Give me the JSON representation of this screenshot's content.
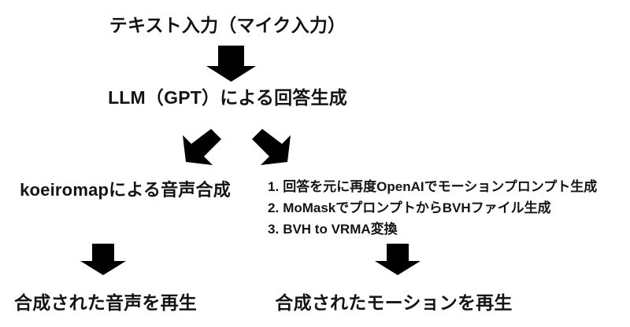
{
  "diagram": {
    "title_text": "テキスト入力（マイク入力）",
    "background_color": "#ffffff",
    "ink_color": "#141414",
    "arrow_color": "#000000",
    "nodes": {
      "input": "テキスト入力（マイク入力）",
      "llm": "LLM（GPT）による回答生成",
      "tts": "koeiromapによる音声合成",
      "audio_output": "合成された音声を再生",
      "motion_output": "合成されたモーションを再生"
    },
    "motion_steps": [
      {
        "num": "1.",
        "text": "回答を元に再度OpenAIでモーションプロンプト生成"
      },
      {
        "num": "2.",
        "text": "MoMaskでプロンプトからBVHファイル生成"
      },
      {
        "num": "3.",
        "text": "BVH to VRMA変換"
      }
    ],
    "arrows": [
      {
        "name": "arrow-input-to-llm",
        "direction": "down"
      },
      {
        "name": "arrow-llm-to-tts",
        "direction": "down-left"
      },
      {
        "name": "arrow-llm-to-motion",
        "direction": "down-right"
      },
      {
        "name": "arrow-tts-to-audio-output",
        "direction": "down"
      },
      {
        "name": "arrow-motion-to-motion-output",
        "direction": "down"
      }
    ]
  }
}
